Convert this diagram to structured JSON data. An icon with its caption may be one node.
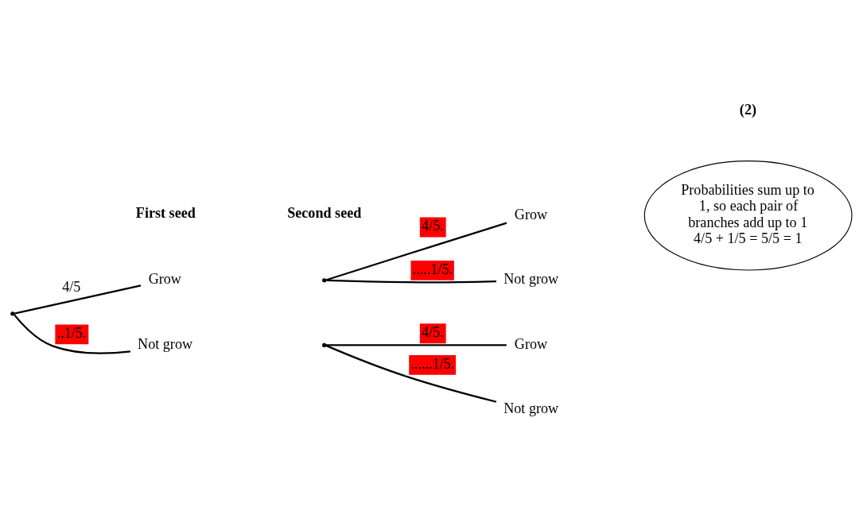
{
  "diagram": {
    "nodes": [
      {
        "text": [],
        "shape": "point"
      },
      {
        "text": [
          "Grow"
        ]
      },
      {
        "text": [
          "Not grow"
        ]
      },
      {
        "text": [],
        "shape": "point"
      },
      {
        "text": [
          "Grow"
        ]
      },
      {
        "text": [
          "Not grow"
        ]
      },
      {
        "text": [],
        "shape": "point"
      },
      {
        "text": [
          "Grow"
        ]
      },
      {
        "text": [
          "Not grow"
        ]
      },
      {
        "text": [
          "Probabilities sum up to 1, so each pair of branches add up to 1",
          "4/5 + 1/5 = 5/5 = 1"
        ]
      }
    ],
    "edges": [
      {
        "from": 0,
        "to": 1,
        "arrow": "none",
        "label": "4/5"
      },
      {
        "from": 0,
        "to": 2,
        "arrow": "none",
        "label": "..1/5."
      },
      {
        "from": 3,
        "to": 4,
        "arrow": "none",
        "label": "4/5."
      },
      {
        "from": 3,
        "to": 5,
        "arrow": "none",
        "label": ".....1/5."
      },
      {
        "from": 6,
        "to": 7,
        "arrow": "none",
        "label": "4/5."
      },
      {
        "from": 6,
        "to": 8,
        "arrow": "none",
        "label": "......1/5."
      }
    ],
    "labels": [
      "First seed",
      "Second seed",
      "(2)"
    ]
  }
}
